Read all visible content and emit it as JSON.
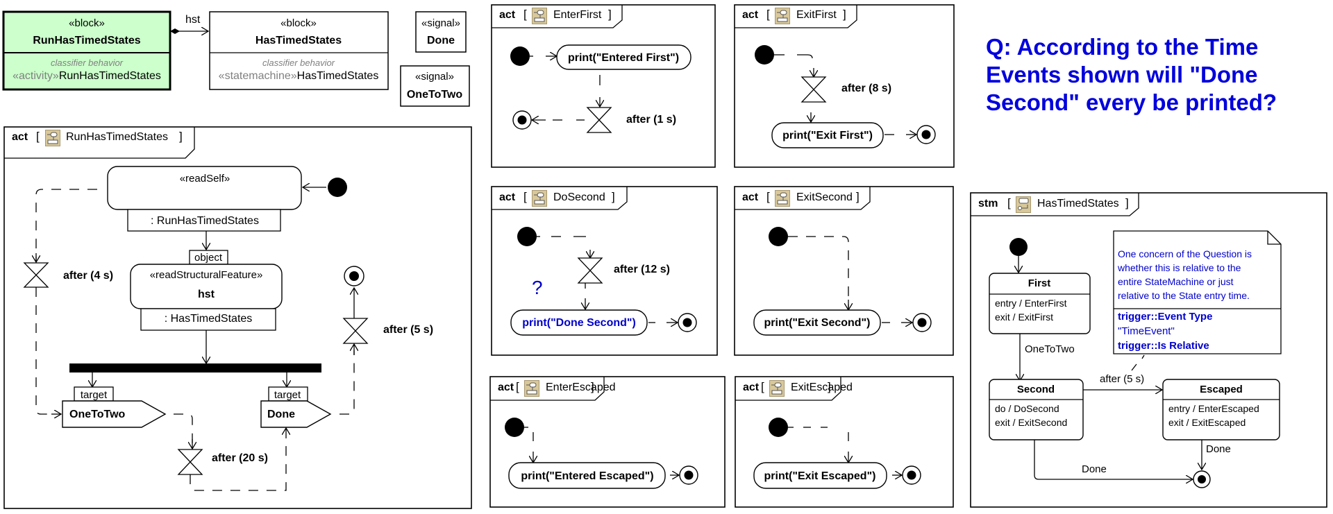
{
  "question": {
    "text": "Q: According to the Time Events shown will \"Done Second\" every be printed?",
    "color": "#0000dd"
  },
  "bdd": {
    "run_block": {
      "stereotype": "«block»",
      "name": "RunHasTimedStates",
      "compartment_title": "classifier behavior",
      "behavior_kind": "«activity»",
      "behavior_name": "RunHasTimedStates",
      "fill": "#ccffcc"
    },
    "association_label": "hst",
    "timed_block": {
      "stereotype": "«block»",
      "name": "HasTimedStates",
      "compartment_title": "classifier behavior",
      "behavior_kind": "«statemachine»",
      "behavior_name": "HasTimedStates"
    },
    "signals": [
      {
        "stereotype": "«signal»",
        "name": "Done"
      },
      {
        "stereotype": "«signal»",
        "name": "OneToTwo"
      }
    ]
  },
  "run_activity": {
    "kind": "act",
    "name": "RunHasTimedStates",
    "read_self": {
      "stereotype": "«readSelf»",
      "pin": ": RunHasTimedStates"
    },
    "object_pin": "object",
    "read_feature": {
      "stereotype": "«readStructuralFeature»",
      "name": "hst",
      "pin": ": HasTimedStates"
    },
    "send_onetotwo": {
      "pin": "target",
      "signal": "OneToTwo"
    },
    "send_done": {
      "pin": "target",
      "signal": "Done"
    },
    "timers": {
      "t4": "after (4 s)",
      "t5": "after (5 s)",
      "t20": "after (20 s)"
    }
  },
  "enter_first": {
    "kind": "act",
    "name": "EnterFirst",
    "action": "print(\"Entered First\")",
    "timer": "after (1 s)"
  },
  "exit_first": {
    "kind": "act",
    "name": "ExitFirst",
    "action": "print(\"Exit First\")",
    "timer": "after (8 s)"
  },
  "do_second": {
    "kind": "act",
    "name": "DoSecond",
    "action": "print(\"Done Second\")",
    "timer": "after (12 s)",
    "mark": "?",
    "highlight": "#0000cc"
  },
  "exit_second": {
    "kind": "act",
    "name": "ExitSecond",
    "action": "print(\"Exit Second\")"
  },
  "enter_escaped": {
    "kind": "act",
    "name": "EnterEscaped",
    "action": "print(\"Entered Escaped\")"
  },
  "exit_escaped": {
    "kind": "act",
    "name": "ExitEscaped",
    "action": "print(\"Exit Escaped\")"
  },
  "stm": {
    "kind": "stm",
    "name": "HasTimedStates",
    "states": {
      "first": {
        "name": "First",
        "lines": [
          "entry / EnterFirst",
          "exit / ExitFirst"
        ]
      },
      "second": {
        "name": "Second",
        "lines": [
          "do / DoSecond",
          "exit / ExitSecond"
        ]
      },
      "escaped": {
        "name": "Escaped",
        "lines": [
          "entry / EnterEscaped",
          "exit / ExitEscaped"
        ]
      }
    },
    "transitions": {
      "first_second": "OneToTwo",
      "second_escaped": "after (5 s)",
      "escaped_final": "Done",
      "second_final": "Done"
    },
    "note": {
      "lines": [
        "One concern of the Question is",
        "whether this is relative to the",
        "entire StateMachine or just",
        "relative to the State entry time."
      ],
      "props": [
        "trigger::Event Type",
        "\"TimeEvent\"",
        "trigger::Is Relative"
      ],
      "color": "#0000cc"
    }
  }
}
